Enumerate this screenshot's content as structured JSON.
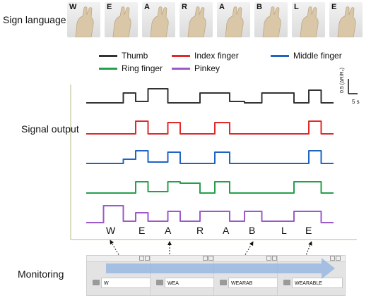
{
  "sections": {
    "sign_language": "Sign language",
    "signal_output": "Signal output",
    "monitoring": "Monitoring"
  },
  "photos": [
    "W",
    "E",
    "A",
    "R",
    "A",
    "B",
    "L",
    "E"
  ],
  "legend": [
    {
      "name": "Thumb",
      "color": "#333333"
    },
    {
      "name": "Index finger",
      "color": "#e0292b"
    },
    {
      "name": "Middle finger",
      "color": "#1f64c4"
    },
    {
      "name": "Ring finger",
      "color": "#25a04a"
    },
    {
      "name": "Pinkey",
      "color": "#9b59c9"
    }
  ],
  "scale_bar": {
    "y_label": "0.5 (ΔR/R₀)",
    "x_label": "5 s"
  },
  "word_letters": [
    "W",
    "E",
    "A",
    "R",
    "A",
    "B",
    "L",
    "E"
  ],
  "monitor_texts": [
    "W",
    "WEA",
    "WEARAB",
    "WEARABLE"
  ],
  "chart_data": {
    "type": "line",
    "title": "",
    "xlabel": "",
    "ylabel": "",
    "x": [
      0,
      0.07,
      0.15,
      0.2,
      0.25,
      0.33,
      0.38,
      0.46,
      0.52,
      0.58,
      0.64,
      0.71,
      0.77,
      0.84,
      0.9,
      0.95,
      1.0
    ],
    "series": [
      {
        "name": "Thumb",
        "color": "#333333",
        "values": [
          0.1,
          0.1,
          0.8,
          0.2,
          1.1,
          0.1,
          0.1,
          0.8,
          0.8,
          0.2,
          0.1,
          0.8,
          0.8,
          0.1,
          1.0,
          0.1,
          0.1
        ]
      },
      {
        "name": "Index finger",
        "color": "#e0292b",
        "values": [
          0.1,
          0.1,
          0.1,
          1.0,
          0.1,
          0.9,
          0.1,
          0.1,
          0.9,
          0.1,
          0.1,
          0.1,
          0.1,
          0.1,
          1.0,
          0.1,
          0.1
        ]
      },
      {
        "name": "Middle finger",
        "color": "#1f64c4",
        "values": [
          0.1,
          0.1,
          0.4,
          1.0,
          0.2,
          0.9,
          0.1,
          0.1,
          0.9,
          0.1,
          0.1,
          0.1,
          0.1,
          0.1,
          1.0,
          0.1,
          0.1
        ]
      },
      {
        "name": "Ring finger",
        "color": "#25a04a",
        "values": [
          0.1,
          0.1,
          0.1,
          0.9,
          0.2,
          0.9,
          0.8,
          0.1,
          0.9,
          0.1,
          0.1,
          0.1,
          0.1,
          0.9,
          0.9,
          0.1,
          0.1
        ]
      },
      {
        "name": "Pinkey",
        "color": "#9b59c9",
        "values": [
          0.1,
          1.3,
          0.2,
          0.8,
          0.2,
          0.9,
          0.2,
          0.9,
          0.9,
          0.2,
          0.9,
          0.2,
          0.2,
          0.9,
          0.9,
          0.1,
          0.1
        ]
      }
    ]
  }
}
